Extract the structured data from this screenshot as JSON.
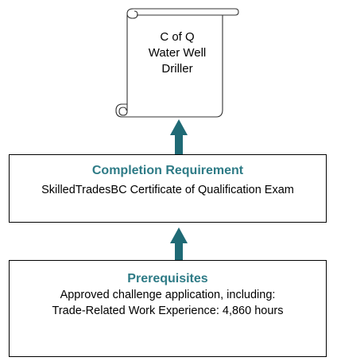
{
  "credential": {
    "lines": [
      "C of Q",
      "Water Well",
      "Driller"
    ]
  },
  "completion": {
    "title": "Completion Requirement",
    "text": "SkilledTradesBC Certificate of Qualification Exam"
  },
  "prerequisites": {
    "title": "Prerequisites",
    "lines": [
      "Approved challenge application, including:",
      "Trade-Related Work Experience: 4,860 hours"
    ]
  },
  "colors": {
    "arrow": "#1f6a75",
    "title": "#2e7b86"
  }
}
